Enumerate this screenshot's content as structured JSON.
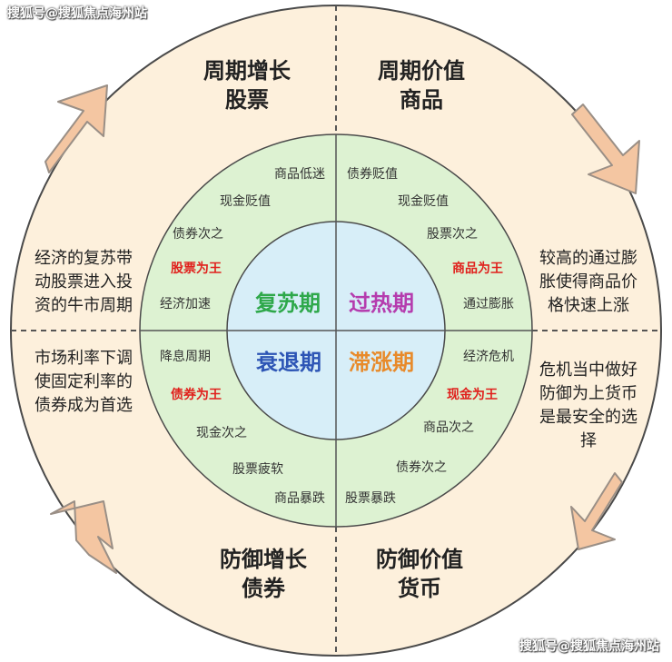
{
  "watermark": "搜狐号@搜狐焦点海州站",
  "colors": {
    "outer_ring": "#fdf0dc",
    "middle_ring": "#ddf2d2",
    "inner_circle": "#d7eef8",
    "arrow_fill": "#f4c6a2",
    "arrow_stroke": "#9a8f86",
    "text_default": "#333333",
    "text_key": "#e0201c",
    "phase_recovery": "#2ea84a",
    "phase_overheat": "#b53cae",
    "phase_recession": "#2d55b5",
    "phase_stagflation": "#e88a2a"
  },
  "phases": [
    {
      "key": "recovery",
      "label": "复苏期"
    },
    {
      "key": "overheat",
      "label": "过热期"
    },
    {
      "key": "recession",
      "label": "衰退期"
    },
    {
      "key": "stagflation",
      "label": "滞涨期"
    }
  ],
  "quadrant_titles": {
    "top_left": [
      "周期增长",
      "股票"
    ],
    "top_right": [
      "周期价值",
      "商品"
    ],
    "bottom_left": [
      "防御增长",
      "债券"
    ],
    "bottom_right": [
      "防御价值",
      "货币"
    ]
  },
  "side_notes": {
    "left_top": [
      "经济的复苏带",
      "动股票进入投",
      "资的牛市周期"
    ],
    "left_bottom": [
      "市场利率下调",
      "使固定利率的",
      "债券成为首选"
    ],
    "right_top": [
      "较高的通过膨",
      "胀使得商品价",
      "格快速上涨"
    ],
    "right_bottom": [
      "危机当中做好",
      "防御为上货币",
      "是最安全的选",
      "择"
    ]
  },
  "ring_items": {
    "top_left": [
      {
        "text": "商品低迷",
        "key": false
      },
      {
        "text": "现金贬值",
        "key": false
      },
      {
        "text": "债券次之",
        "key": false
      },
      {
        "text": "股票为王",
        "key": true
      },
      {
        "text": "经济加速",
        "key": false
      }
    ],
    "top_right": [
      {
        "text": "债券贬值",
        "key": false
      },
      {
        "text": "现金贬值",
        "key": false
      },
      {
        "text": "股票次之",
        "key": false
      },
      {
        "text": "商品为王",
        "key": true
      },
      {
        "text": "通过膨胀",
        "key": false
      }
    ],
    "bottom_left": [
      {
        "text": "降息周期",
        "key": false
      },
      {
        "text": "债券为王",
        "key": true
      },
      {
        "text": "现金次之",
        "key": false
      },
      {
        "text": "股票疲软",
        "key": false
      },
      {
        "text": "商品暴跌",
        "key": false
      }
    ],
    "bottom_right": [
      {
        "text": "经济危机",
        "key": false
      },
      {
        "text": "现金为王",
        "key": true
      },
      {
        "text": "商品次之",
        "key": false
      },
      {
        "text": "债券次之",
        "key": false
      },
      {
        "text": "股票暴跌",
        "key": false
      }
    ]
  },
  "arrows": [
    "arrow-top-left",
    "arrow-top-right",
    "arrow-bottom-right",
    "arrow-bottom-left"
  ]
}
